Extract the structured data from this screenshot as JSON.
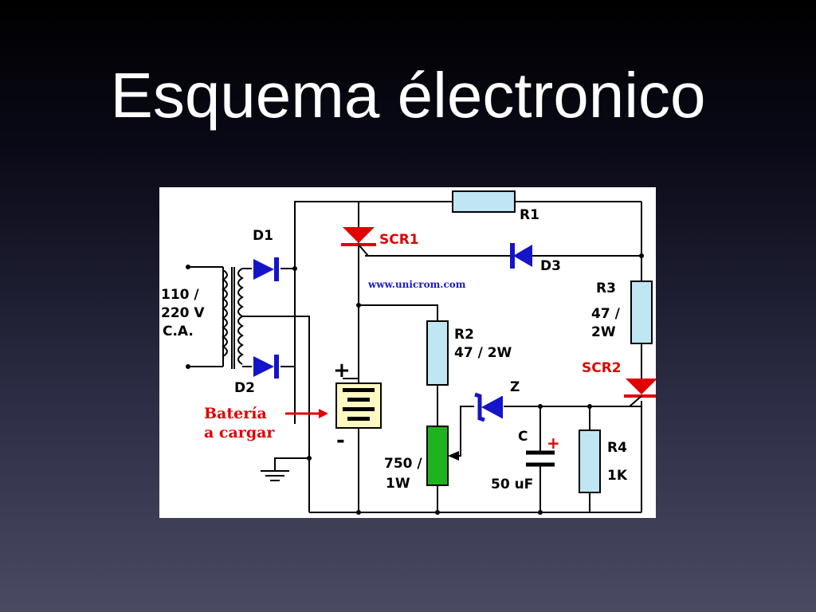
{
  "slide": {
    "title": "Esquema électronico"
  },
  "schematic": {
    "source_url": "www.unicrom.com",
    "input_voltage": [
      "110 /",
      "220 V",
      "C.A."
    ],
    "diodes": {
      "d1": "D1",
      "d2": "D2",
      "d3": "D3"
    },
    "thyristors": {
      "scr1": "SCR1",
      "scr2": "SCR2"
    },
    "resistors": {
      "r1": {
        "name": "R1"
      },
      "r2": {
        "name": "R2",
        "value": "47 / 2W"
      },
      "r3": {
        "name": "R3",
        "value_lines": [
          "47 /",
          "2W"
        ]
      },
      "r4": {
        "name": "R4",
        "value": "1K"
      }
    },
    "potentiometer": {
      "value_lines": [
        "750 /",
        "1W"
      ]
    },
    "capacitor": {
      "name": "C",
      "value": "50 uF",
      "polarity": "+"
    },
    "zener": {
      "name": "Z"
    },
    "battery": {
      "plus": "+",
      "minus": "-",
      "label_lines": [
        "Batería",
        "a cargar"
      ]
    },
    "colors": {
      "diode_blue": "#1414c8",
      "scr_red": "#e00000",
      "resistor_fill": "#bfe6f2",
      "battery_fill": "#fff8c0",
      "pot_fill": "#1fb41f"
    }
  }
}
